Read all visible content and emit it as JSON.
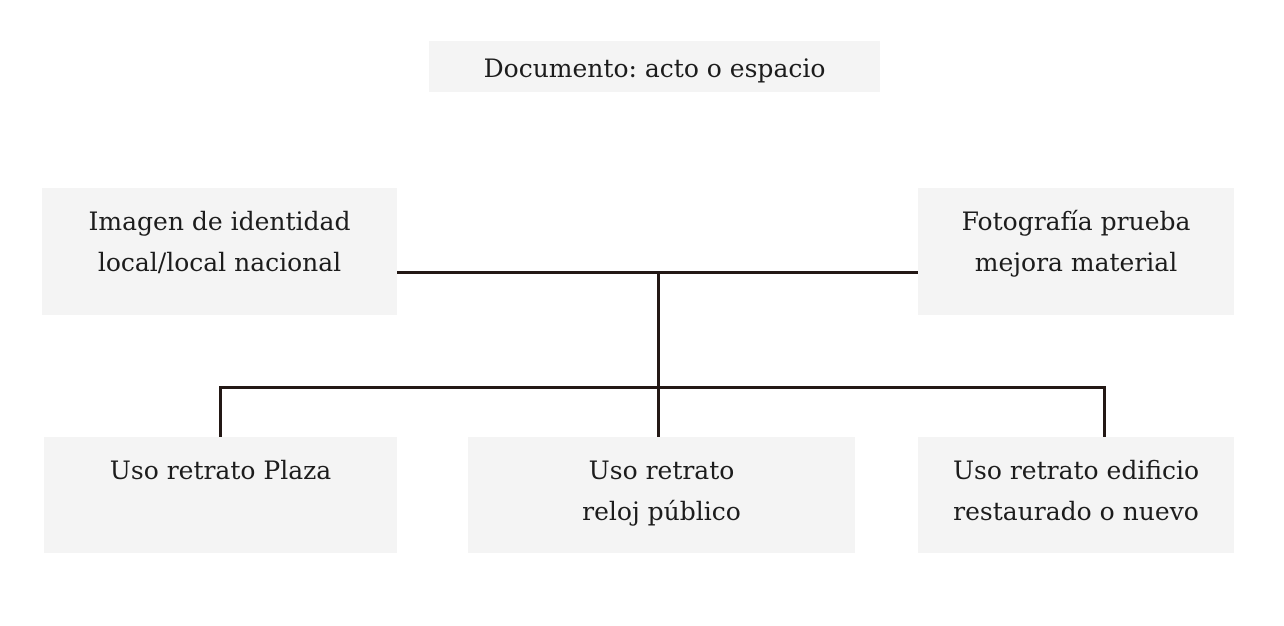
{
  "diagram": {
    "title_node": {
      "label": "Documento: acto o espacio"
    },
    "middle_nodes": [
      {
        "id": "identity",
        "line1": "Imagen de identidad",
        "line2": "local/local nacional"
      },
      {
        "id": "photo",
        "line1": "Fotografía prueba",
        "line2": "mejora material"
      }
    ],
    "bottom_nodes": [
      {
        "id": "plaza",
        "line1": "Uso retrato Plaza",
        "line2": ""
      },
      {
        "id": "clock",
        "line1": "Uso retrato",
        "line2": "reloj público"
      },
      {
        "id": "building",
        "line1": "Uso retrato edificio",
        "line2": "restaurado o nuevo"
      }
    ],
    "colors": {
      "node_fill": "#f4f4f4",
      "text": "#1c1c1c",
      "edge": "#231815",
      "background": "#ffffff"
    }
  }
}
